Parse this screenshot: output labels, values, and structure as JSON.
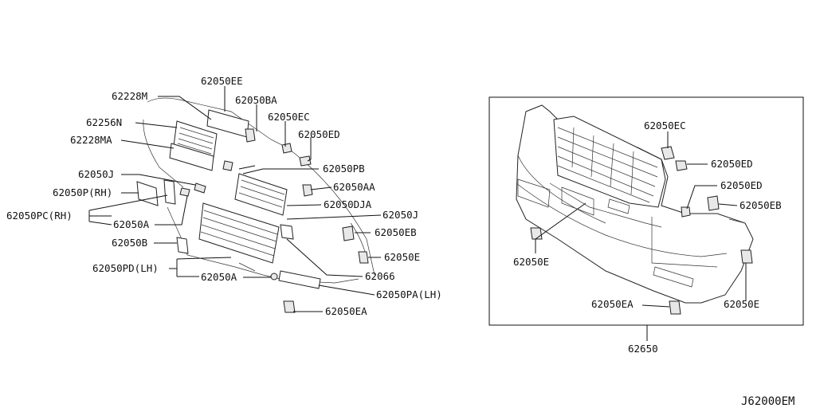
{
  "diagram_code": "J62000EM",
  "left_labels": {
    "l_62050ee": "62050EE",
    "l_62228m": "62228M",
    "l_62050ba": "62050BA",
    "l_62256n": "62256N",
    "l_62050ec": "62050EC",
    "l_62228ma": "62228MA",
    "l_62050ed": "62050ED",
    "l_62050pb": "62050PB",
    "l_62050j_top": "62050J",
    "l_62050aa": "62050AA",
    "l_62050p_rh": "62050P(RH)",
    "l_62050dja": "62050DJA",
    "l_62050pc_rh": "62050PC(RH)",
    "l_62050j_mid": "62050J",
    "l_62050a_top": "62050A",
    "l_62050eb": "62050EB",
    "l_62050b": "62050B",
    "l_62050e": "62050E",
    "l_62050pd_lh": "62050PD(LH)",
    "l_62066": "62066",
    "l_62050a_bot": "62050A",
    "l_62050pa_lh": "62050PA(LH)",
    "l_62050ea": "62050EA"
  },
  "right_labels": {
    "r_62050ec": "62050EC",
    "r_62050ed_top": "62050ED",
    "r_62050ed_mid": "62050ED",
    "r_62050eb": "62050EB",
    "r_62050e_left": "62050E",
    "r_62050e_right": "62050E",
    "r_62050ea": "62050EA",
    "r_62650": "62650"
  }
}
